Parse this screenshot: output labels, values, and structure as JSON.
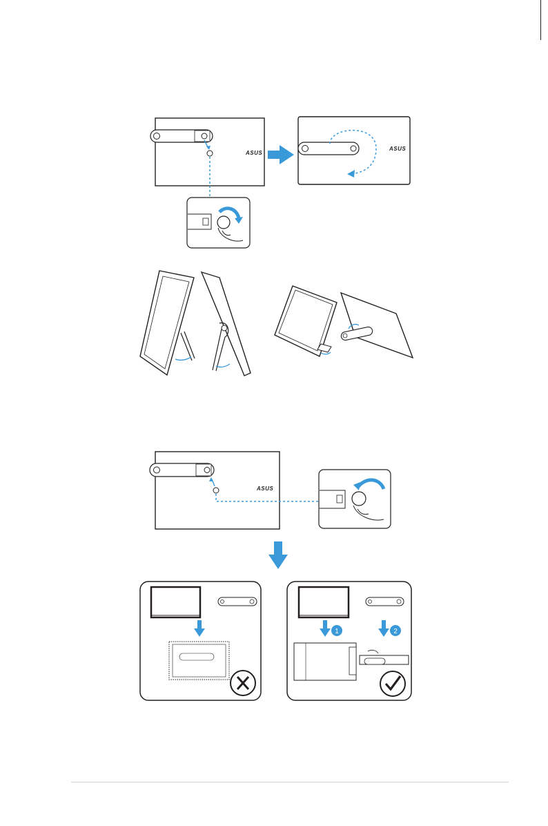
{
  "brand": {
    "logo_text": "ASUS"
  },
  "step_badges": {
    "left": "1",
    "right": "2"
  },
  "colors": {
    "accent": "#3a9ad9",
    "line": "#231f20",
    "footer_rule": "#cfcfcf"
  },
  "icons": [
    "crop-mark",
    "arrow-right-icon",
    "arrow-down-icon",
    "rotate-arrow-icon",
    "cross-icon",
    "check-icon"
  ]
}
